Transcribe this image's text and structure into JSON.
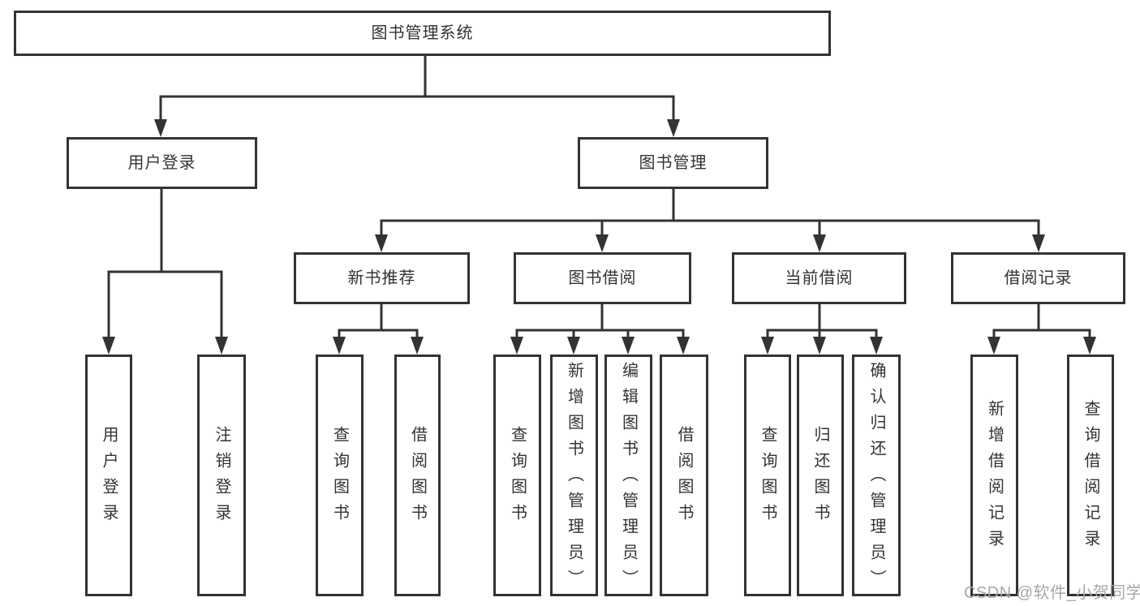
{
  "tree": {
    "root": {
      "label": "图书管理系统"
    },
    "branches": [
      {
        "label": "用户登录",
        "children": [
          {
            "label": "用户登录"
          },
          {
            "label": "注销登录"
          }
        ]
      },
      {
        "label": "图书管理",
        "children": [
          {
            "label": "新书推荐",
            "children": [
              {
                "label": "查询图书"
              },
              {
                "label": "借阅图书"
              }
            ]
          },
          {
            "label": "图书借阅",
            "children": [
              {
                "label": "查询图书"
              },
              {
                "label": "新增图书（管理员）"
              },
              {
                "label": "编辑图书（管理员）"
              },
              {
                "label": "借阅图书"
              }
            ]
          },
          {
            "label": "当前借阅",
            "children": [
              {
                "label": "查询图书"
              },
              {
                "label": "归还图书"
              },
              {
                "label": "确认归还（管理员）"
              }
            ]
          },
          {
            "label": "借阅记录",
            "children": [
              {
                "label": "新增借阅记录"
              },
              {
                "label": "查询借阅记录"
              }
            ]
          }
        ]
      }
    ]
  },
  "watermark": {
    "text": "CSDN @软件_小贺同学"
  },
  "colors": {
    "line": "#333333",
    "box_border": "#333333",
    "box_fill": "#ffffff",
    "text": "#333333",
    "watermark_text": "#a8a8a8",
    "background": "#ffffff"
  }
}
